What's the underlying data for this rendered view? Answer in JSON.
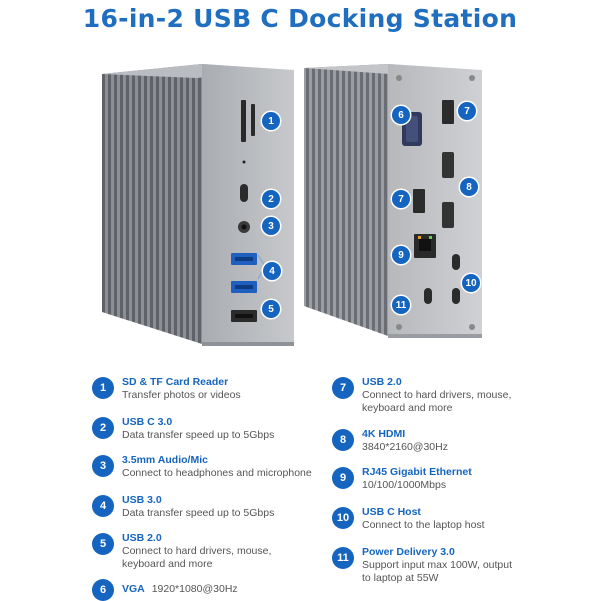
{
  "title": "16-in-2 USB C Docking Station",
  "accent_color": "#1565c0",
  "callouts": {
    "front": [
      "1",
      "2",
      "3",
      "4",
      "5"
    ],
    "back": [
      "6",
      "7",
      "7",
      "8",
      "9",
      "10",
      "11"
    ]
  },
  "features": [
    {
      "num": "1",
      "title": "SD & TF Card Reader",
      "desc": "Transfer photos or videos"
    },
    {
      "num": "2",
      "title": "USB C 3.0",
      "desc": "Data transfer speed up to 5Gbps"
    },
    {
      "num": "3",
      "title": "3.5mm Audio/Mic",
      "desc": "Connect to headphones and microphone"
    },
    {
      "num": "4",
      "title": "USB  3.0",
      "desc": "Data transfer speed up to 5Gbps"
    },
    {
      "num": "5",
      "title": "USB  2.0",
      "desc": "Connect to hard drivers, mouse, keyboard and more"
    },
    {
      "num": "6",
      "title": "VGA",
      "desc": "1920*1080@30Hz"
    },
    {
      "num": "7",
      "title": "USB 2.0",
      "desc": "Connect to hard drivers, mouse, keyboard and more"
    },
    {
      "num": "8",
      "title": "4K HDMI",
      "desc": "3840*2160@30Hz"
    },
    {
      "num": "9",
      "title": "RJ45 Gigabit Ethernet",
      "desc": "10/100/1000Mbps"
    },
    {
      "num": "10",
      "title": "USB C Host",
      "desc": "Connect to the laptop host"
    },
    {
      "num": "11",
      "title": "Power Delivery 3.0",
      "desc": "Support input max 100W, output to laptop at 55W"
    }
  ]
}
